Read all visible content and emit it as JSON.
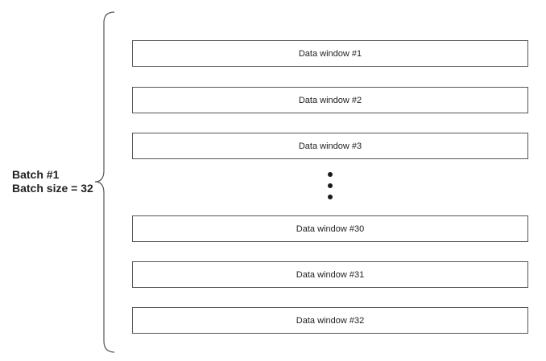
{
  "batch": {
    "title": "Batch #1",
    "size_label": "Batch size = 32"
  },
  "windows": [
    "Data window #1",
    "Data window #2",
    "Data window #3",
    "Data window #30",
    "Data window #31",
    "Data window #32"
  ],
  "colors": {
    "stroke": "#555555",
    "text": "#222222",
    "dots": "#1a1a1a"
  }
}
